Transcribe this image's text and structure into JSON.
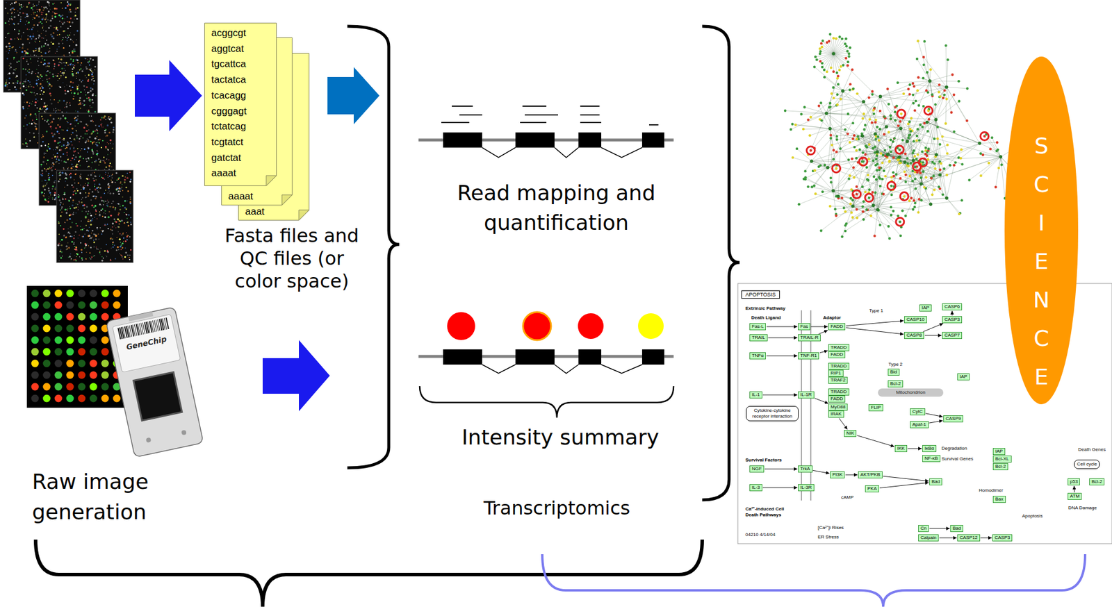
{
  "diagram": {
    "nodes": [
      {
        "text": [
          "acggcgt aggtcat tgcattca tactatca tcacagg cgggagt tctatcag tcgtatct gatctat aaaat"
        ]
      },
      {
        "text": [
          "aaaat"
        ]
      },
      {
        "text": [
          "aaat"
        ]
      },
      {
        "text": [
          "GeneChip"
        ]
      },
      {
        "text": [
          "S C I E N C E"
        ]
      },
      {
        "text": [
          "APOPTOSIS"
        ]
      },
      {
        "text": [
          "Fas-L"
        ]
      },
      {
        "text": [
          "Fas"
        ]
      },
      {
        "text": [
          "FADD"
        ]
      },
      {
        "text": [
          "CASP10"
        ]
      },
      {
        "text": [
          "IAP"
        ]
      },
      {
        "text": [
          "CASP6"
        ]
      },
      {
        "text": [
          "CASP3"
        ]
      },
      {
        "text": [
          "TRAIL"
        ]
      },
      {
        "text": [
          "TRAIL-R"
        ]
      },
      {
        "text": [
          "CASP8"
        ]
      },
      {
        "text": [
          "CASP7"
        ]
      },
      {
        "text": [
          "TNFα"
        ]
      },
      {
        "text": [
          "TNF-R1"
        ]
      },
      {
        "text": [
          "TRADD"
        ]
      },
      {
        "text": [
          "FADD"
        ]
      },
      {
        "text": [
          "TRADD"
        ]
      },
      {
        "text": [
          "RIP1"
        ]
      },
      {
        "text": [
          "TRAF2"
        ]
      },
      {
        "text": [
          "Bid"
        ]
      },
      {
        "text": [
          "IAP"
        ]
      },
      {
        "text": [
          "Bcl-2"
        ]
      },
      {
        "text": [
          "TRADD"
        ]
      },
      {
        "text": [
          "FADD"
        ]
      },
      {
        "text": [
          "IL-1"
        ]
      },
      {
        "text": [
          "IL-1R"
        ]
      },
      {
        "text": [
          "MyD88"
        ]
      },
      {
        "text": [
          "IRAK"
        ]
      },
      {
        "text": [
          "FLIP"
        ]
      },
      {
        "text": [
          "CytC"
        ]
      },
      {
        "text": [
          "CASP9"
        ]
      },
      {
        "text": [
          "Apaf-1"
        ]
      },
      {
        "text": [
          "Cytokine-cytokine receptor interaction"
        ]
      },
      {
        "text": [
          "NIK"
        ]
      },
      {
        "text": [
          "IKK"
        ]
      },
      {
        "text": [
          "IκBα"
        ]
      },
      {
        "text": [
          "NF-κB"
        ]
      },
      {
        "text": [
          "IAP"
        ]
      },
      {
        "text": [
          "Bcl-XL"
        ]
      },
      {
        "text": [
          "Bcl-2"
        ]
      },
      {
        "text": [
          "NGF"
        ]
      },
      {
        "text": [
          "TrkA"
        ]
      },
      {
        "text": [
          "PI3K"
        ]
      },
      {
        "text": [
          "AKT/PKB"
        ]
      },
      {
        "text": [
          "Bad"
        ]
      },
      {
        "text": [
          "IL-3"
        ]
      },
      {
        "text": [
          "IL-3R"
        ]
      },
      {
        "text": [
          "PKA"
        ]
      },
      {
        "text": [
          "Bax"
        ]
      },
      {
        "text": [
          "Cell cycle"
        ]
      },
      {
        "text": [
          "p53"
        ]
      },
      {
        "text": [
          "Bcl-2"
        ]
      },
      {
        "text": [
          "ATM"
        ]
      },
      {
        "text": [
          "Cn"
        ]
      },
      {
        "text": [
          "Bad"
        ]
      },
      {
        "text": [
          "Calpain"
        ]
      },
      {
        "text": [
          "CASP12"
        ]
      },
      {
        "text": [
          "CASP3"
        ]
      },
      {
        "text": [
          "Mitochondrion"
        ]
      }
    ],
    "edges": [
      {
        "from": 6,
        "to": 7,
        "arrow": "to"
      },
      {
        "from": 13,
        "to": 14,
        "arrow": "to"
      },
      {
        "from": 17,
        "to": 18,
        "arrow": "to"
      },
      {
        "from": 29,
        "to": 30,
        "arrow": "to"
      },
      {
        "from": 45,
        "to": 46,
        "arrow": "to"
      },
      {
        "from": 50,
        "to": 51,
        "arrow": "to"
      },
      {
        "from": 7,
        "to": 8,
        "arrow": "to"
      },
      {
        "from": 14,
        "to": 8,
        "arrow": "to"
      },
      {
        "from": 8,
        "to": 9,
        "arrow": "to"
      },
      {
        "from": 8,
        "to": 15,
        "arrow": "to"
      },
      {
        "from": 15,
        "to": 16,
        "arrow": "to"
      },
      {
        "from": 15,
        "to": 12,
        "arrow": "to"
      },
      {
        "from": 12,
        "to": 11,
        "arrow": "to"
      },
      {
        "from": 18,
        "to": 19,
        "arrow": "to"
      },
      {
        "from": 30,
        "to": 31,
        "arrow": "to"
      },
      {
        "from": 32,
        "to": 38,
        "arrow": "to"
      },
      {
        "from": 38,
        "to": 39,
        "arrow": "to"
      },
      {
        "from": 39,
        "to": 40,
        "arrow": "to"
      },
      {
        "from": 46,
        "to": 47,
        "arrow": "to"
      },
      {
        "from": 47,
        "to": 48,
        "arrow": "to"
      },
      {
        "from": 48,
        "to": 49,
        "arrow": "to"
      },
      {
        "from": 52,
        "to": 49,
        "arrow": "to"
      },
      {
        "from": 34,
        "to": 35,
        "arrow": "to"
      },
      {
        "from": 36,
        "to": 35,
        "arrow": "to"
      },
      {
        "from": 57,
        "to": 55,
        "arrow": "to"
      },
      {
        "from": 58,
        "to": 59,
        "arrow": "to"
      },
      {
        "from": 60,
        "to": 61,
        "arrow": "to"
      },
      {
        "from": 61,
        "to": 62,
        "arrow": "to"
      }
    ],
    "labels": [
      "Fasta files and QC files (or color space)",
      "Raw image generation",
      "Read mapping and quantification",
      "Intensity summary",
      "Transcriptomics",
      "Extrinsic Pathway",
      "Death Ligand",
      "Adaptor",
      "Type 1",
      "Type 2",
      "Degradation",
      "Survival Genes",
      "Survival Factors",
      "cAMP",
      "Homodimer",
      "Apoptosis",
      "Death Genes",
      "DNA Damage",
      "Ca²⁺-induced Cell Death Pathways",
      "[Ca²⁺]i Rises",
      "ER Stress",
      "04210 4/14/04"
    ]
  }
}
